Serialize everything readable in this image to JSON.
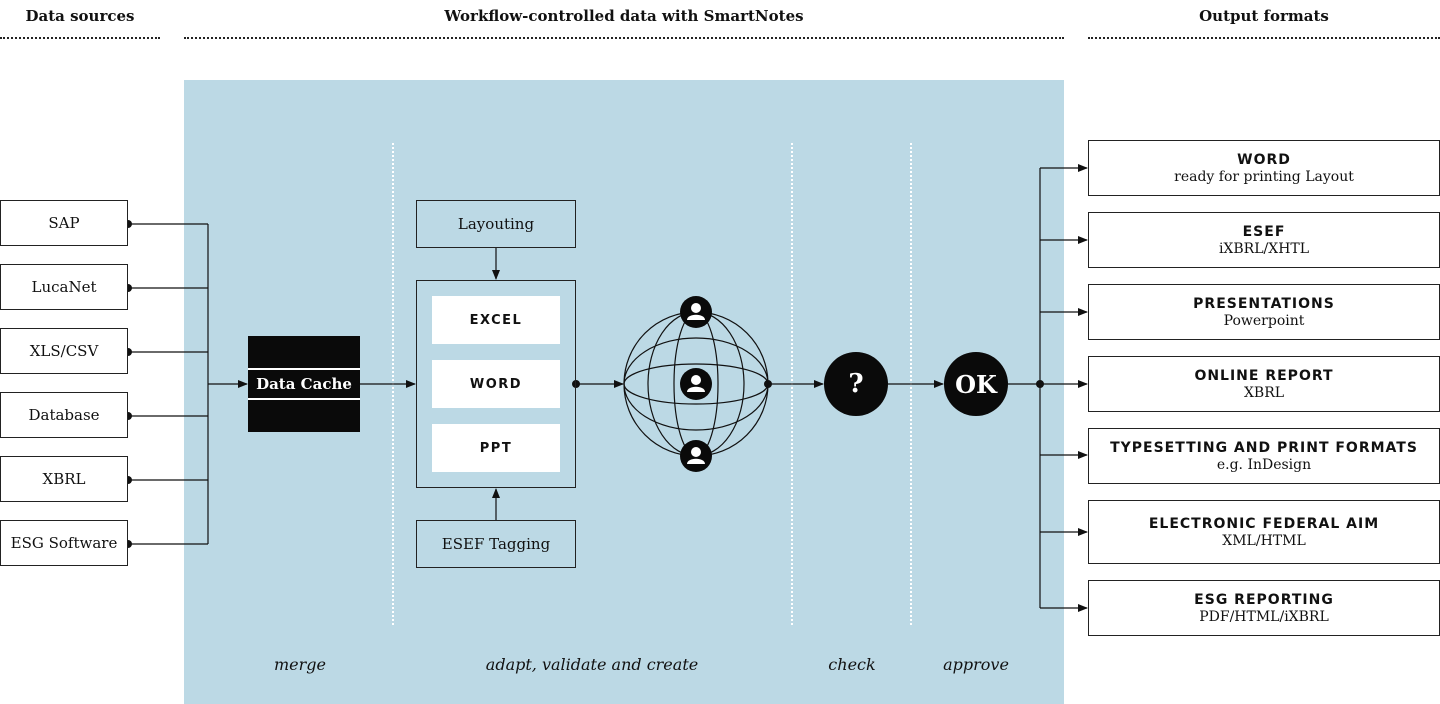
{
  "headers": {
    "sources": "Data sources",
    "workflow": "Workflow-controlled data with SmartNotes",
    "outputs": "Output formats"
  },
  "sources": [
    "SAP",
    "LucaNet",
    "XLS/CSV",
    "Database",
    "XBRL",
    "ESG Software"
  ],
  "cache": {
    "label": "Data Cache"
  },
  "layouting": "Layouting",
  "formats": [
    "EXCEL",
    "WORD",
    "PPT"
  ],
  "tagging": "ESEF Tagging",
  "check_symbol": "?",
  "approve_symbol": "OK",
  "steps": {
    "merge": "merge",
    "adapt": "adapt, validate and create",
    "check": "check",
    "approve": "approve"
  },
  "outputs": [
    {
      "title": "WORD",
      "subtitle": "ready for printing Layout"
    },
    {
      "title": "ESEF",
      "subtitle": "iXBRL/XHTL"
    },
    {
      "title": "PRESENTATIONS",
      "subtitle": "Powerpoint"
    },
    {
      "title": "ONLINE REPORT",
      "subtitle": "XBRL"
    },
    {
      "title": "TYPESETTING AND PRINT FORMATS",
      "subtitle": "e.g. InDesign"
    },
    {
      "title": "ELECTRONIC FEDERAL AIM",
      "subtitle": "XML/HTML"
    },
    {
      "title": "ESG REPORTING",
      "subtitle": "PDF/HTML/iXBRL"
    }
  ],
  "colors": {
    "panel": "#bcd9e5",
    "ink": "#0a0a0a",
    "paper": "#ffffff"
  },
  "icons": [
    "user-icon",
    "globe-icon",
    "arrow-icon"
  ]
}
